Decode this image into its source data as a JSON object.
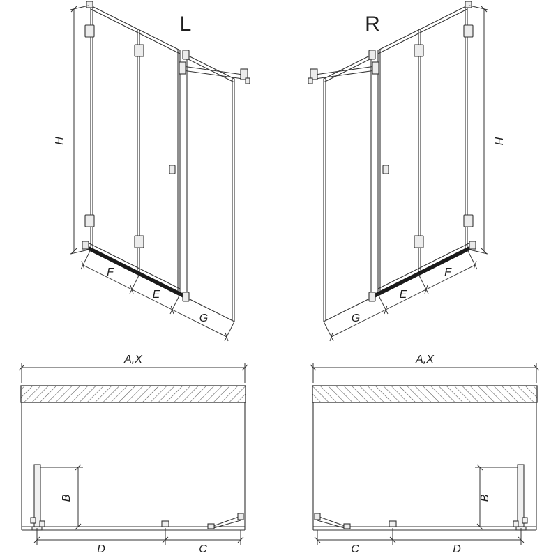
{
  "drawing": {
    "type": "shower-screen-installation-diagram",
    "views": {
      "iso_left": {
        "variant_label": "L",
        "dim_height": "H",
        "dim_f": "F",
        "dim_e": "E",
        "dim_g": "G"
      },
      "iso_right": {
        "variant_label": "R",
        "dim_height": "H",
        "dim_f": "F",
        "dim_e": "E",
        "dim_g": "G"
      },
      "plan_left": {
        "dim_total": "A,X",
        "dim_b": "B",
        "dim_d": "D",
        "dim_c": "C"
      },
      "plan_right": {
        "dim_total": "A,X",
        "dim_b": "B",
        "dim_c": "C",
        "dim_d": "D"
      }
    },
    "colors": {
      "line": "#333333",
      "rail": "#1a1a1a",
      "hatch": "#555555",
      "background": "#ffffff"
    }
  }
}
